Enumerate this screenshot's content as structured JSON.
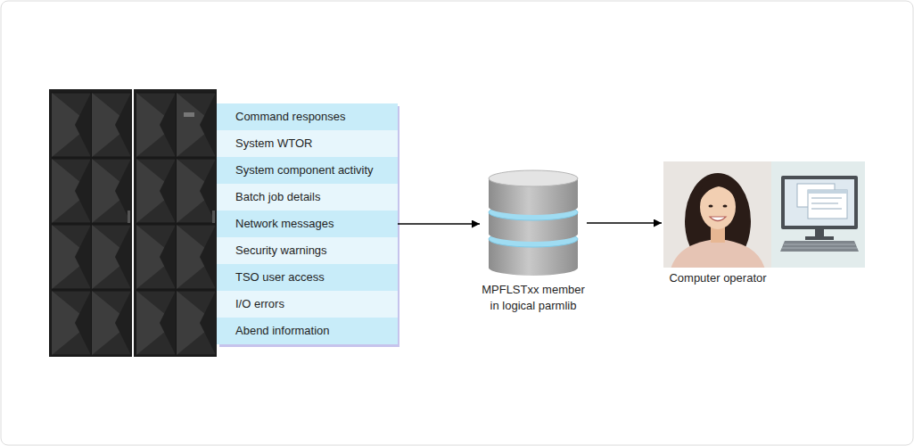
{
  "diagram": {
    "nodes": [
      {
        "text": [
          "Command responses"
        ]
      },
      {
        "text": [
          "System WTOR"
        ]
      },
      {
        "text": [
          "System component activity"
        ]
      },
      {
        "text": [
          "Batch job details"
        ]
      },
      {
        "text": [
          "Network messages"
        ]
      },
      {
        "text": [
          "Security warnings"
        ]
      },
      {
        "text": [
          "TSO user access"
        ]
      },
      {
        "text": [
          "I/O errors"
        ]
      },
      {
        "text": [
          "Abend information"
        ]
      },
      {
        "text": [
          "MPFLSTxx member in logical parmlib"
        ]
      },
      {
        "text": [
          "Computer operator"
        ]
      }
    ],
    "edges": [
      {
        "from": 4,
        "to": 9,
        "arrow": "to"
      },
      {
        "from": 9,
        "to": 10,
        "arrow": "to"
      }
    ]
  }
}
